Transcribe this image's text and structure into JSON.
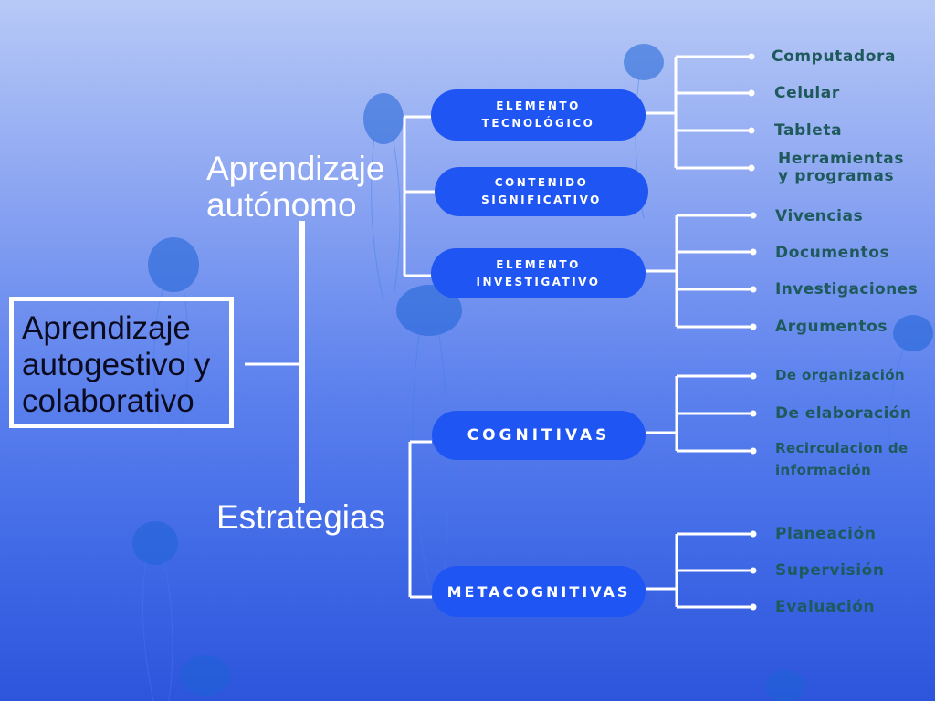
{
  "root": {
    "lines": [
      "Aprendizaje",
      "autogestivo y",
      "colaborativo"
    ]
  },
  "branches": [
    {
      "lines": [
        "Aprendizaje",
        "autónomo"
      ]
    },
    {
      "lines": [
        "Estrategias"
      ]
    }
  ],
  "nodes": [
    {
      "label": "ELEMENTO\nTECNOLÓGICO"
    },
    {
      "label": "CONTENIDO\nSIGNIFICATIVO"
    },
    {
      "label": "ELEMENTO\nINVESTIGATIVO"
    },
    {
      "label": "COGNITIVAS"
    },
    {
      "label": "METACOGNITIVAS"
    }
  ],
  "leaves": [
    {
      "text": "Computadora"
    },
    {
      "text": "Celular"
    },
    {
      "text": "Tableta"
    },
    {
      "text": "Herramientas\ny programas"
    },
    {
      "text": "Vivencias"
    },
    {
      "text": "Documentos"
    },
    {
      "text": "Investigaciones"
    },
    {
      "text": "Argumentos"
    },
    {
      "text": "De organización"
    },
    {
      "text": "De elaboración"
    },
    {
      "text": "Recirculacion de\ninformación"
    },
    {
      "text": "Planeación"
    },
    {
      "text": "Supervisión"
    },
    {
      "text": "Evaluación"
    }
  ],
  "colors": {
    "background_top": "#b7c9f6",
    "background_bottom": "#2d55dc",
    "pill": "#1f55f2",
    "connector": "#ffffff",
    "leaf_text": "#1e5a5c",
    "root_text": "#0b0b20"
  }
}
